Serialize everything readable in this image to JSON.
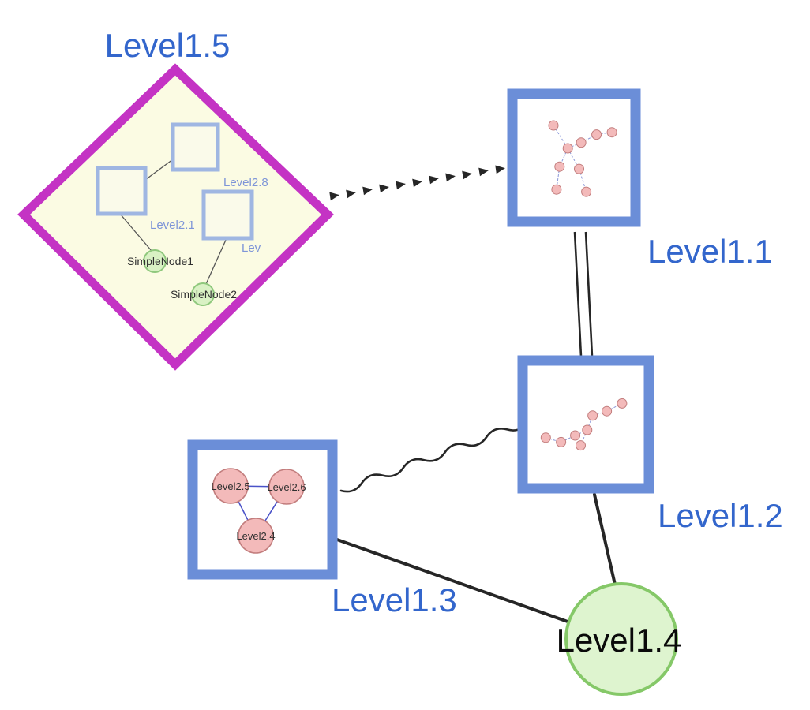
{
  "diagram": {
    "background": "#ffffff",
    "labels": {
      "level15": "Level1.5",
      "level11": "Level1.1",
      "level12": "Level1.2",
      "level13": "Level1.3",
      "level14": "Level1.4"
    },
    "level15_children": {
      "square_top": "Level2.8",
      "square_left": "Level2.1",
      "square_right": "Lev",
      "simple1": "SimpleNode1",
      "simple2": "SimpleNode2"
    },
    "level13_children": [
      "Level2.5",
      "Level2.6",
      "Level2.4"
    ],
    "colors": {
      "label_blue": "#3366cc",
      "child_label_blue": "#7e95d8",
      "diamond_border": "#c433c4",
      "diamond_fill": "#fbfbe3",
      "group_border": "#6b8ed8",
      "group_fill": "#ffffff",
      "inner_square_border": "#9fb6e2",
      "inner_square_fill": "#fafaea",
      "green_fill": "#d9f1c4",
      "green_border": "#8fc87d",
      "level14_fill": "#def4cf",
      "level14_border": "#85c868",
      "pink_fill": "#f3baba",
      "pink_border": "#c27d7d",
      "mini_edge": "#8a97d8",
      "triangle_edge": "#4a52c8",
      "edge_dark": "#262626",
      "node_label_dark": "#303030",
      "level14_label": "#0a0a0a"
    },
    "edges": [
      {
        "from": "Level1.5",
        "to": "Level1.1",
        "style": "dashed-arrow"
      },
      {
        "from": "Level1.1",
        "to": "Level1.2",
        "style": "double-line"
      },
      {
        "from": "Level1.3",
        "to": "Level1.2",
        "style": "wavy"
      },
      {
        "from": "Level1.3",
        "to": "Level1.4",
        "style": "solid"
      },
      {
        "from": "Level1.2",
        "to": "Level1.4",
        "style": "solid"
      }
    ],
    "mini_graphs": {
      "level11": {
        "nodes": [
          [
            0.3,
            0.2
          ],
          [
            0.44,
            0.4
          ],
          [
            0.57,
            0.35
          ],
          [
            0.72,
            0.28
          ],
          [
            0.87,
            0.26
          ],
          [
            0.36,
            0.56
          ],
          [
            0.55,
            0.58
          ],
          [
            0.33,
            0.76
          ],
          [
            0.62,
            0.78
          ]
        ],
        "edges": [
          [
            0,
            1
          ],
          [
            1,
            2
          ],
          [
            2,
            3
          ],
          [
            3,
            4
          ],
          [
            1,
            5
          ],
          [
            1,
            6
          ],
          [
            5,
            7
          ],
          [
            6,
            8
          ]
        ]
      },
      "level12": {
        "nodes": [
          [
            0.14,
            0.62
          ],
          [
            0.28,
            0.66
          ],
          [
            0.41,
            0.6
          ],
          [
            0.52,
            0.55
          ],
          [
            0.57,
            0.42
          ],
          [
            0.7,
            0.38
          ],
          [
            0.84,
            0.31
          ],
          [
            0.46,
            0.69
          ]
        ],
        "edges": [
          [
            0,
            1
          ],
          [
            1,
            2
          ],
          [
            2,
            3
          ],
          [
            3,
            4
          ],
          [
            4,
            5
          ],
          [
            5,
            6
          ],
          [
            3,
            7
          ]
        ]
      }
    }
  }
}
